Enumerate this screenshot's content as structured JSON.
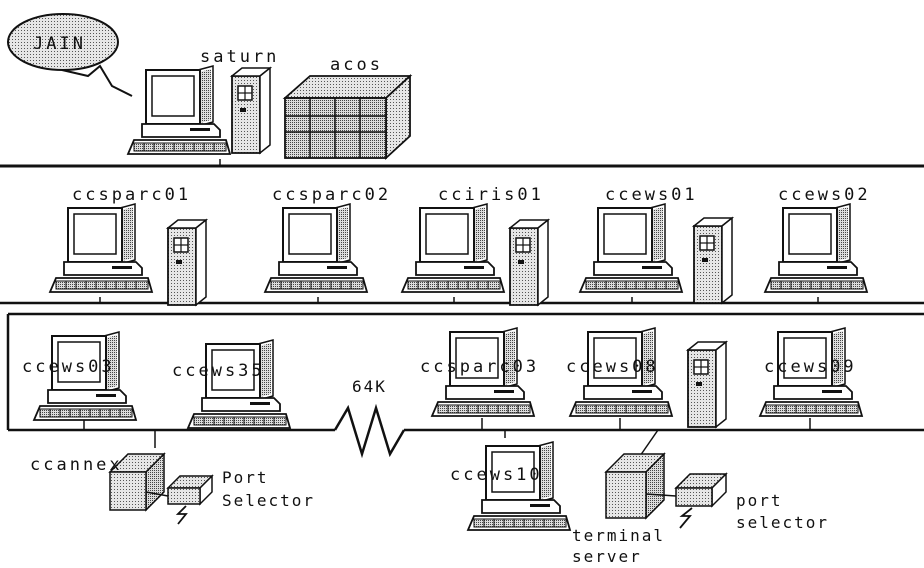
{
  "cloud": {
    "label": "JAIN"
  },
  "top_segment": {
    "hosts": [
      {
        "id": "saturn",
        "label": "saturn"
      },
      {
        "id": "acos",
        "label": "acos"
      }
    ]
  },
  "middle_segment": {
    "hosts": [
      {
        "id": "ccsparc01",
        "label": "ccsparc01"
      },
      {
        "id": "ccsparc02",
        "label": "ccsparc02"
      },
      {
        "id": "cciris01",
        "label": "cciris01"
      },
      {
        "id": "ccews01",
        "label": "ccews01"
      },
      {
        "id": "ccews02",
        "label": "ccews02"
      }
    ]
  },
  "lower_segment": {
    "link_label": "64K",
    "hosts": [
      {
        "id": "ccews03",
        "label": "ccews03"
      },
      {
        "id": "ccews35",
        "label": "ccews35"
      },
      {
        "id": "ccsparc03",
        "label": "ccsparc03"
      },
      {
        "id": "ccews08",
        "label": "ccews08"
      },
      {
        "id": "ccews09",
        "label": "ccews09"
      }
    ]
  },
  "bottom_devices": {
    "ccannex": "ccannex",
    "port_selector_left": [
      "Port",
      "Selector"
    ],
    "ccews10": "ccews10",
    "terminal_server": [
      "terminal",
      "server"
    ],
    "port_selector_right": [
      "port",
      "selector"
    ]
  }
}
